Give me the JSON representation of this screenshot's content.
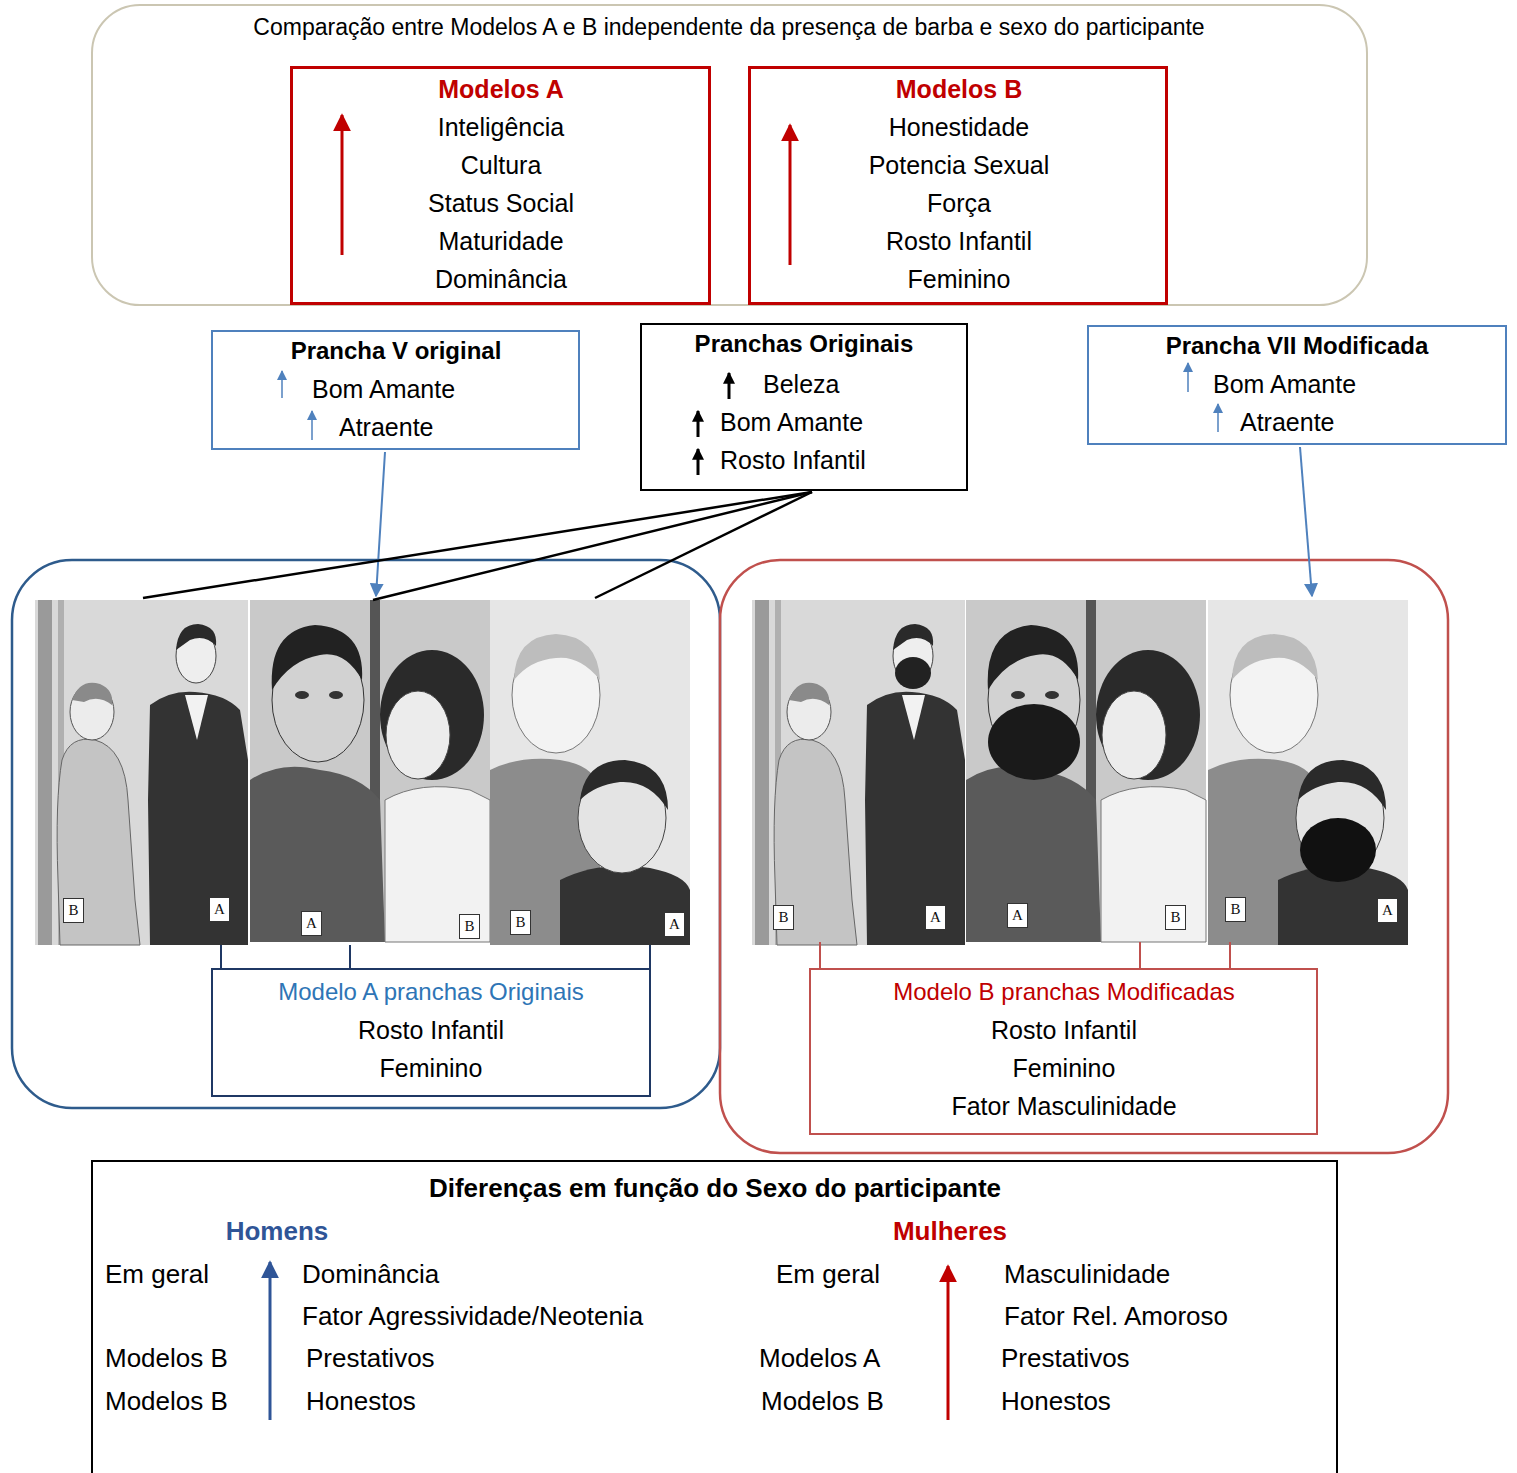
{
  "diagram": {
    "nodes": [
      {
        "text": [
          "Comparação entre Modelos A e B independente da presença de barba e sexo do participante"
        ]
      },
      {
        "text": [
          "Modelos A",
          "Inteligência",
          "Cultura",
          "Status Social",
          "Maturidade",
          "Dominância"
        ],
        "in": 0
      },
      {
        "text": [
          "Modelos B",
          "Honestidade",
          "Potencia Sexual",
          "Força",
          "Rosto Infantil",
          "Feminino"
        ],
        "in": 0
      },
      {
        "text": [
          "Prancha V original",
          "Bom Amante",
          "Atraente"
        ]
      },
      {
        "text": [
          "Pranchas Originais",
          "Beleza",
          "Bom Amante",
          "Rosto Infantil"
        ]
      },
      {
        "text": [
          "Prancha VII Modificada",
          "Bom Amante",
          "Atraente"
        ]
      },
      {
        "text": [
          "Modelo A pranchas Originais",
          "Rosto Infantil",
          "Feminino"
        ]
      },
      {
        "text": [
          "Modelo B pranchas Modificadas",
          "Rosto Infantil",
          "Feminino",
          "Fator Masculinidade"
        ]
      },
      {
        "text": [
          "Diferenças em função do Sexo do participante",
          "Homens",
          "Mulheres",
          "Em geral",
          "Dominância",
          "Fator Agressividade/Neotenia",
          "Modelos B",
          "Prestativos",
          "Modelos B",
          "Honestos",
          "Em geral",
          "Masculinidade",
          "Fator Rel. Amoroso",
          "Modelos A",
          "Prestativos",
          "Modelos B",
          "Honestos"
        ]
      }
    ],
    "labels": [
      "B",
      "A",
      "A",
      "B",
      "B",
      "A",
      "B",
      "A",
      "A",
      "B",
      "B",
      "A"
    ]
  }
}
